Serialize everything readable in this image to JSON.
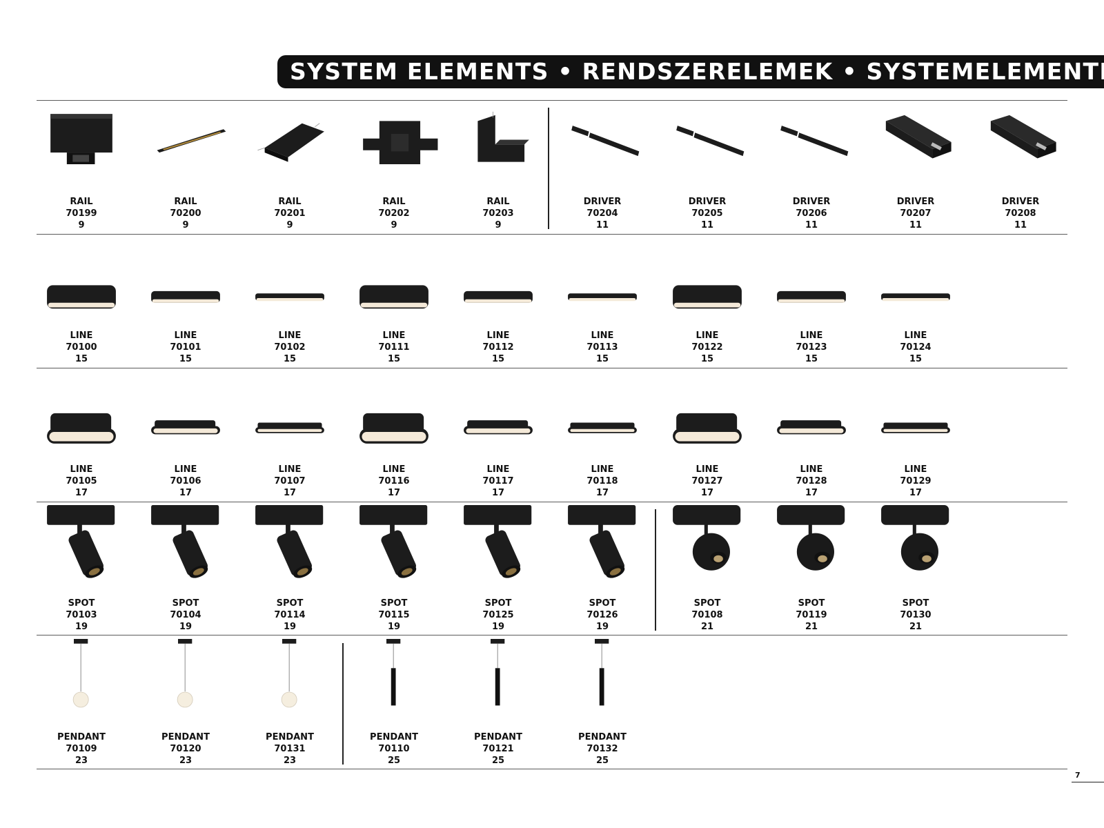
{
  "header": {
    "title": "SYSTEM ELEMENTS • RENDSZERELEMEK • SYSTEMELEMENTE"
  },
  "page_number": "7",
  "rows": [
    {
      "items": [
        {
          "name": "RAIL",
          "code": "70199",
          "page": "9",
          "icon": "rail-end-cap-icon"
        },
        {
          "name": "RAIL",
          "code": "70200",
          "page": "9",
          "icon": "rail-straight-connector-icon"
        },
        {
          "name": "RAIL",
          "code": "70201",
          "page": "9",
          "icon": "rail-t-connector-icon"
        },
        {
          "name": "RAIL",
          "code": "70202",
          "page": "9",
          "icon": "rail-cross-connector-icon"
        },
        {
          "name": "RAIL",
          "code": "70203",
          "page": "9",
          "icon": "rail-corner-connector-icon"
        },
        {
          "name": "DRIVER",
          "code": "70204",
          "page": "11",
          "icon": "driver-bar-icon"
        },
        {
          "name": "DRIVER",
          "code": "70205",
          "page": "11",
          "icon": "driver-bar-icon"
        },
        {
          "name": "DRIVER",
          "code": "70206",
          "page": "11",
          "icon": "driver-bar-icon"
        },
        {
          "name": "DRIVER",
          "code": "70207",
          "page": "11",
          "icon": "driver-box-icon"
        },
        {
          "name": "DRIVER",
          "code": "70208",
          "page": "11",
          "icon": "driver-box-icon"
        }
      ]
    },
    {
      "items": [
        {
          "name": "LINE",
          "code": "70100",
          "page": "15",
          "icon": "line-light-large-icon"
        },
        {
          "name": "LINE",
          "code": "70101",
          "page": "15",
          "icon": "line-light-medium-icon"
        },
        {
          "name": "LINE",
          "code": "70102",
          "page": "15",
          "icon": "line-light-slim-icon"
        },
        {
          "name": "LINE",
          "code": "70111",
          "page": "15",
          "icon": "line-light-large-icon"
        },
        {
          "name": "LINE",
          "code": "70112",
          "page": "15",
          "icon": "line-light-medium-icon"
        },
        {
          "name": "LINE",
          "code": "70113",
          "page": "15",
          "icon": "line-light-slim-icon"
        },
        {
          "name": "LINE",
          "code": "70122",
          "page": "15",
          "icon": "line-light-large-icon"
        },
        {
          "name": "LINE",
          "code": "70123",
          "page": "15",
          "icon": "line-light-medium-icon"
        },
        {
          "name": "LINE",
          "code": "70124",
          "page": "15",
          "icon": "line-light-slim-icon"
        }
      ]
    },
    {
      "items": [
        {
          "name": "LINE",
          "code": "70105",
          "page": "17",
          "icon": "line-lamp-large-icon"
        },
        {
          "name": "LINE",
          "code": "70106",
          "page": "17",
          "icon": "line-lamp-medium-icon"
        },
        {
          "name": "LINE",
          "code": "70107",
          "page": "17",
          "icon": "line-lamp-slim-icon"
        },
        {
          "name": "LINE",
          "code": "70116",
          "page": "17",
          "icon": "line-lamp-large-icon"
        },
        {
          "name": "LINE",
          "code": "70117",
          "page": "17",
          "icon": "line-lamp-medium-icon"
        },
        {
          "name": "LINE",
          "code": "70118",
          "page": "17",
          "icon": "line-lamp-slim-icon"
        },
        {
          "name": "LINE",
          "code": "70127",
          "page": "17",
          "icon": "line-lamp-large-icon"
        },
        {
          "name": "LINE",
          "code": "70128",
          "page": "17",
          "icon": "line-lamp-medium-icon"
        },
        {
          "name": "LINE",
          "code": "70129",
          "page": "17",
          "icon": "line-lamp-slim-icon"
        }
      ]
    },
    {
      "items": [
        {
          "name": "SPOT",
          "code": "70103",
          "page": "19",
          "icon": "spot-cylinder-icon"
        },
        {
          "name": "SPOT",
          "code": "70104",
          "page": "19",
          "icon": "spot-cylinder-icon"
        },
        {
          "name": "SPOT",
          "code": "70114",
          "page": "19",
          "icon": "spot-cylinder-icon"
        },
        {
          "name": "SPOT",
          "code": "70115",
          "page": "19",
          "icon": "spot-cylinder-icon"
        },
        {
          "name": "SPOT",
          "code": "70125",
          "page": "19",
          "icon": "spot-cylinder-icon"
        },
        {
          "name": "SPOT",
          "code": "70126",
          "page": "19",
          "icon": "spot-cylinder-icon"
        },
        {
          "name": "SPOT",
          "code": "70108",
          "page": "21",
          "icon": "spot-ball-icon"
        },
        {
          "name": "SPOT",
          "code": "70119",
          "page": "21",
          "icon": "spot-ball-icon"
        },
        {
          "name": "SPOT",
          "code": "70130",
          "page": "21",
          "icon": "spot-ball-icon"
        }
      ]
    },
    {
      "items": [
        {
          "name": "PENDANT",
          "code": "70109",
          "page": "23",
          "icon": "pendant-globe-icon"
        },
        {
          "name": "PENDANT",
          "code": "70120",
          "page": "23",
          "icon": "pendant-globe-icon"
        },
        {
          "name": "PENDANT",
          "code": "70131",
          "page": "23",
          "icon": "pendant-globe-icon"
        },
        {
          "name": "PENDANT",
          "code": "70110",
          "page": "25",
          "icon": "pendant-tube-icon"
        },
        {
          "name": "PENDANT",
          "code": "70121",
          "page": "25",
          "icon": "pendant-tube-icon"
        },
        {
          "name": "PENDANT",
          "code": "70132",
          "page": "25",
          "icon": "pendant-tube-icon"
        }
      ]
    }
  ]
}
